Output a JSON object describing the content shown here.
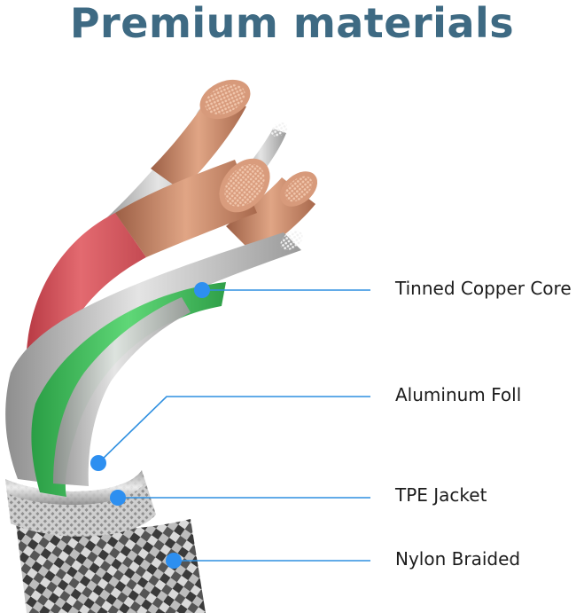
{
  "title": "Premium materials",
  "colors": {
    "title": "#3e6a83",
    "callout_line": "#2e8fe0",
    "callout_dot": "#2d8ff0",
    "red_wire": "#d9565c",
    "green_wire": "#3fbf5a",
    "copper": "#c9866a",
    "silver": "#b7b7b7"
  },
  "callouts": [
    {
      "id": "tinned-copper-core",
      "label": "Tinned Copper Core"
    },
    {
      "id": "aluminum-foil",
      "label": "Aluminum Foll"
    },
    {
      "id": "tpe-jacket",
      "label": "TPE Jacket"
    },
    {
      "id": "nylon-braided",
      "label": "Nylon Braided"
    }
  ]
}
